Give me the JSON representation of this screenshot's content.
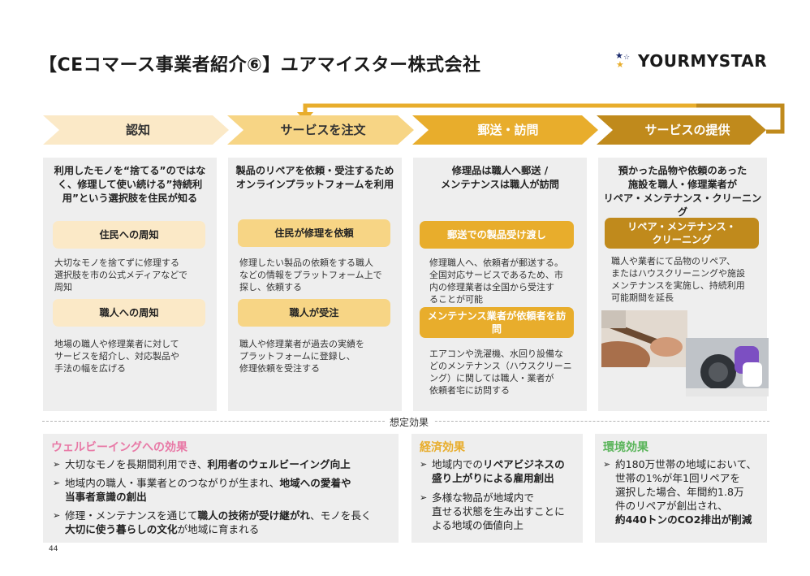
{
  "header": {
    "title": "【CEコマース事業者紹介⑥】ユアマイスター株式会社",
    "logo_text": "YOURMYSTAR"
  },
  "flow": {
    "steps": [
      "認知",
      "サービスを注文",
      "郵送・訪問",
      "サービスの提供"
    ],
    "colors": [
      "#fbe9c7",
      "#f7d585",
      "#e8ad2c",
      "#c08a1c"
    ]
  },
  "columns": [
    {
      "heading": [
        "利用したモノを“捨てる”のではな",
        "く、修理して使い続ける”持続利",
        "用”という選択肢を住民が知る"
      ],
      "items": [
        {
          "label": "住民への周知",
          "desc": [
            "大切なモノを捨てずに修理する",
            "選択肢を市の公式メディアなどで",
            "周知"
          ]
        },
        {
          "label": "職人への周知",
          "desc": [
            "地場の職人や修理業者に対して",
            "サービスを紹介し、対応製品や",
            "手法の幅を広げる"
          ]
        }
      ]
    },
    {
      "heading": [
        "製品のリペアを依頼・受注するため",
        "オンラインプラットフォームを利用"
      ],
      "items": [
        {
          "label": "住民が修理を依頼",
          "desc": [
            "修理したい製品の依頼をする職人",
            "などの情報をプラットフォーム上で",
            "探し、依頼する"
          ]
        },
        {
          "label": "職人が受注",
          "desc": [
            "職人や修理業者が過去の実績を",
            "プラットフォームに登録し、",
            "修理依頼を受注する"
          ]
        }
      ]
    },
    {
      "heading": [
        "修理品は職人へ郵送 /",
        "メンテナンスは職人が訪問"
      ],
      "items": [
        {
          "label": "郵送での製品受け渡し",
          "desc": [
            "修理職人へ、依頼者が郵送する。",
            "全国対応サービスであるため、市",
            "内の修理業者は全国から受注す",
            "ることが可能"
          ]
        },
        {
          "label": "メンテナンス業者が依頼者を訪問",
          "label_lines": [
            "メンテナンス業者が依頼者を訪",
            "問"
          ],
          "desc": [
            "エアコンや洗濯機、水回り設備な",
            "どのメンテナンス（ハウスクリーニ",
            "ング）に関しては職人・業者が",
            "依頼者宅に訪問する"
          ]
        }
      ]
    },
    {
      "heading": [
        "預かった品物や依頼のあった",
        "施設を職人・修理業者が",
        "リペア・メンテナンス・クリーニング"
      ],
      "items": [
        {
          "label_lines": [
            "リペア・メンテナンス・",
            "クリーニング"
          ],
          "desc": [
            "職人や業者にて品物のリペア、",
            "またはハウスクリーニングや施設",
            "メンテナンスを実施し、持続利用",
            "可能期間を延長"
          ]
        }
      ]
    }
  ],
  "effects": {
    "section_label": "想定効果",
    "wellbeing": {
      "title": "ウェルビーイングへの効果",
      "title_color": "#e879a6",
      "bullets": [
        {
          "plain1": "大切なモノを長期間利用でき、",
          "bold1": "利用者のウェルビーイング向上",
          "line2": ""
        },
        {
          "plain1": "地域内の職人・事業者とのつながりが生まれ、",
          "bold1": "地域への愛着や",
          "line2": "当事者意識の創出"
        },
        {
          "plain1": "修理・メンテナンスを通じて",
          "bold1": "職人の技術が受け継がれ",
          "plain2": "、モノを長く",
          "line2b": "大切に使う暮らしの文化",
          "line2c": "が地域に育まれる"
        }
      ]
    },
    "economy": {
      "title": "経済効果",
      "title_color": "#e8ad2c",
      "bullets": [
        {
          "plain1": "地域内での",
          "bold1": "リペアビジネスの",
          "line2": "盛り上がりによる雇用創出"
        },
        {
          "line1": "多様な物品が地域内で",
          "line2": "直せる状態を生み出すことに",
          "line3": "よる地域の価値向上"
        }
      ]
    },
    "environment": {
      "title": "環境効果",
      "title_color": "#5bb55b",
      "bullets": [
        {
          "line1": "約180万世帯の地域において、",
          "line2": "世帯の1%が年1回リペアを",
          "line3": "選択した場合、年間約1.8万",
          "line4": "件のリペアが創出され、",
          "line5": "約440トンのCO2排出が削減"
        }
      ]
    }
  },
  "footer": {
    "page_number": "44"
  },
  "icons": {
    "logo_stars": "star-cluster-icon",
    "bullet": "arrow-bullet-icon"
  }
}
